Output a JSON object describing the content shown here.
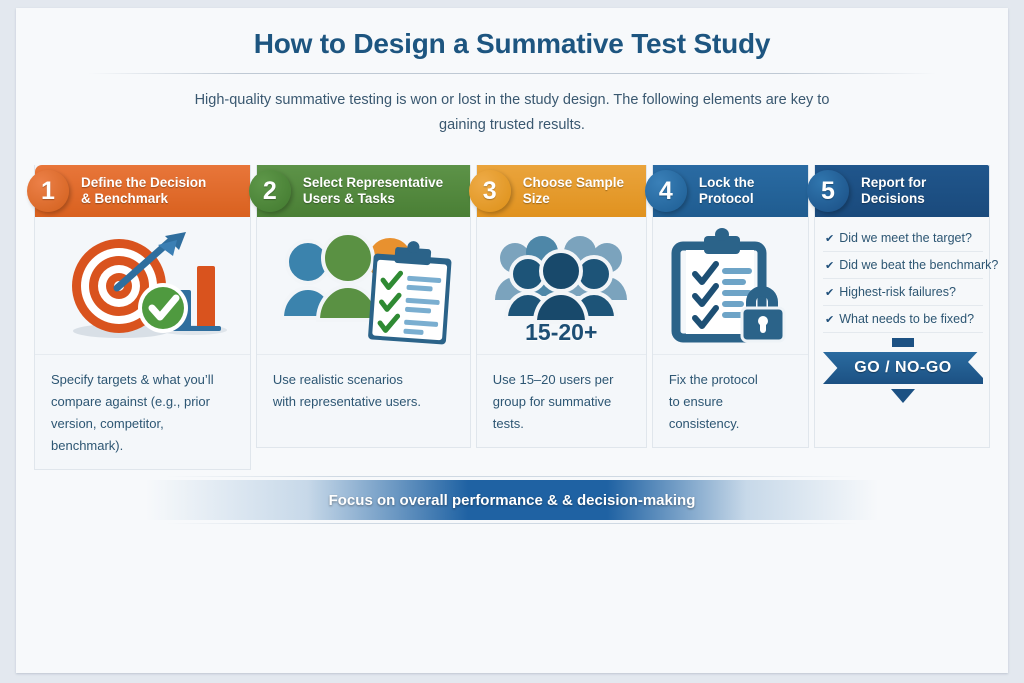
{
  "header": {
    "title": "How to Design a Summative Test Study",
    "subtitle": "High-quality summative testing is won or lost in the study design. The following elements are key to gaining trusted results."
  },
  "colors": {
    "title": "#1d5580",
    "step1": "#d9611f",
    "step2": "#4a7f35",
    "step3": "#e0921f",
    "step4": "#1f5c90",
    "step5": "#1a4a7c",
    "footer_band": "#1f62a3",
    "body_text": "#2d5673"
  },
  "steps": [
    {
      "number": "1",
      "title": "Define the Decision\n& Benchmark",
      "icon": "target-dart-chart-icon",
      "body_line1": "Specify targets & what you’ll",
      "body_line2": "compare against (e.g., prior",
      "body_line3": "version, competitor, benchmark)."
    },
    {
      "number": "2",
      "title": "Select Representative\nUsers & Tasks",
      "icon": "users-clipboard-icon",
      "body_line1": "Use realistic scenarios",
      "body_line2": "with representative users.",
      "body_line3": ""
    },
    {
      "number": "3",
      "title": "Choose Sample\nSize",
      "icon": "people-group-icon",
      "icon_label": "15-20+",
      "body_line1": "Use 15–20 users per",
      "body_line2": "group for summative tests.",
      "body_line3": ""
    },
    {
      "number": "4",
      "title": "Lock the\nProtocol",
      "icon": "clipboard-lock-icon",
      "body_line1": "Fix the protocol",
      "body_line2": "to ensure consistency.",
      "body_line3": ""
    },
    {
      "number": "5",
      "title": "Report for\nDecisions",
      "icon": "checklist-decision-icon",
      "checklist": [
        "Did we meet the target?",
        "Did we beat the benchmark?",
        "Highest-risk failures?",
        "What needs to be fixed?"
      ],
      "decision_label": "GO / NO-GO",
      "tick_glyph": "✔"
    }
  ],
  "footer": {
    "text": "Focus on overall performance & & decision-making"
  }
}
